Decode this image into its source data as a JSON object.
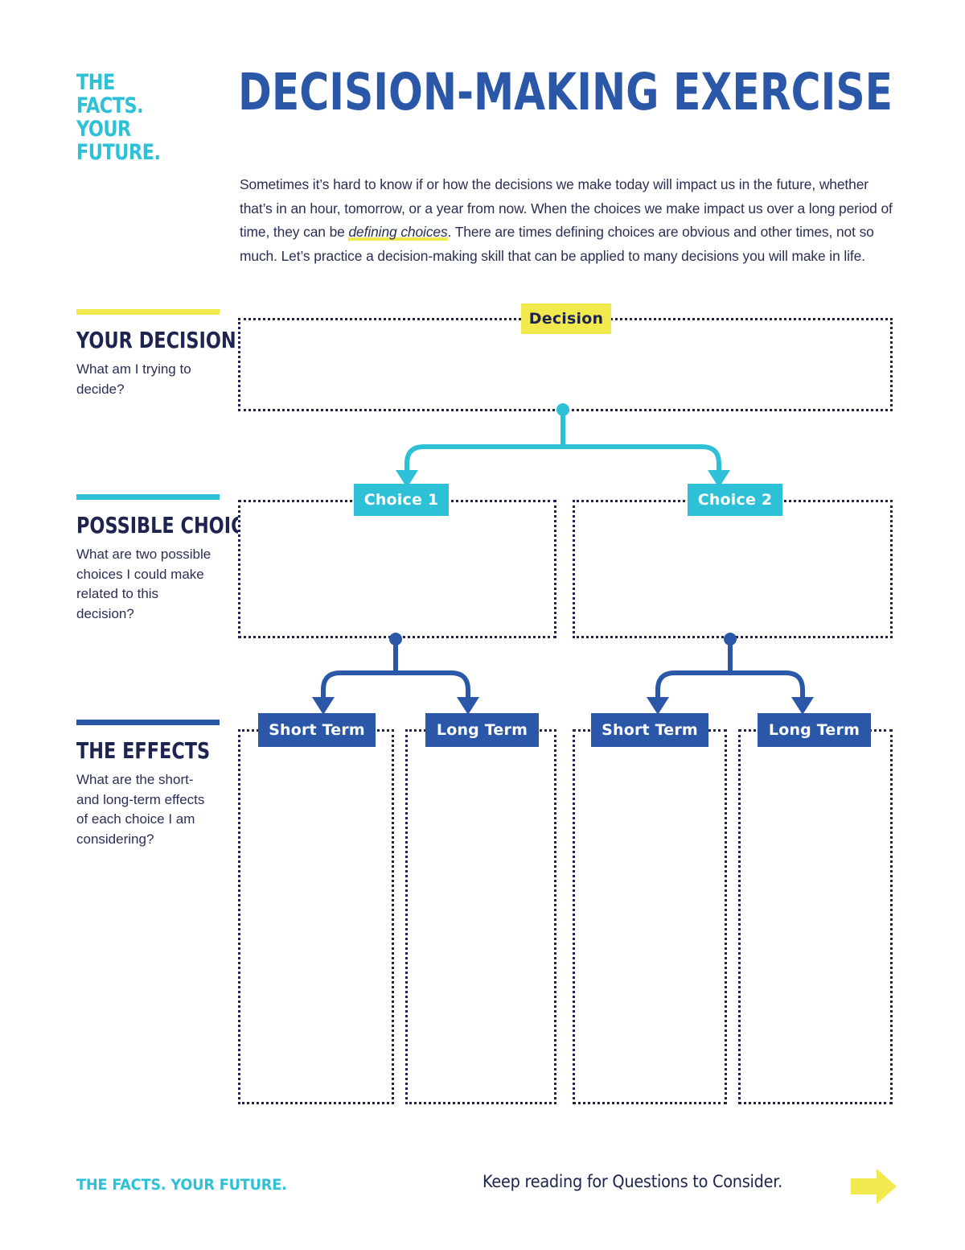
{
  "brand": {
    "logo_lines": [
      "THE",
      "FACTS.",
      "YOUR",
      "FUTURE."
    ],
    "footer_wordmark": "THE FACTS. YOUR FUTURE."
  },
  "header": {
    "title": "DECISION-MAKING EXERCISE",
    "intro_part1": "Sometimes it’s hard to know if or how the decisions we make today will impact us in the future, whether that’s in an hour, tomorrow, or a year from now. When the choices we make impact us over a long period of time, they can be ",
    "intro_highlight": "defining choices",
    "intro_part2": ". There are times defining choices are obvious and other times, not so much. Let’s practice a decision-making skill that can be applied to many decisions you will make in life."
  },
  "sections": [
    {
      "id": "decision",
      "rule_color": "#f2e94e",
      "title": "YOUR DECISION",
      "prompt": "What am I trying to decide?"
    },
    {
      "id": "choices",
      "rule_color": "#2ec0d6",
      "title": "POSSIBLE CHOICES",
      "prompt": "What are two possible choices I could make related to this decision?"
    },
    {
      "id": "effects",
      "rule_color": "#2b57a8",
      "title": "THE EFFECTS",
      "prompt": "What are the short- and long-term effects of each choice I am considering?"
    }
  ],
  "diagram": {
    "decision_label": "Decision",
    "choices": [
      {
        "label": "Choice 1",
        "effects": [
          "Short Term",
          "Long Term"
        ]
      },
      {
        "label": "Choice 2",
        "effects": [
          "Short Term",
          "Long Term"
        ]
      }
    ]
  },
  "footer": {
    "note": "Keep reading for Questions to Consider.",
    "arrow_icon": "arrow-right-icon"
  },
  "colors": {
    "navy": "#1d2450",
    "blue": "#2b57a8",
    "cyan": "#2ec0d6",
    "yellow": "#f2e94e",
    "text": "#2a2f55"
  }
}
